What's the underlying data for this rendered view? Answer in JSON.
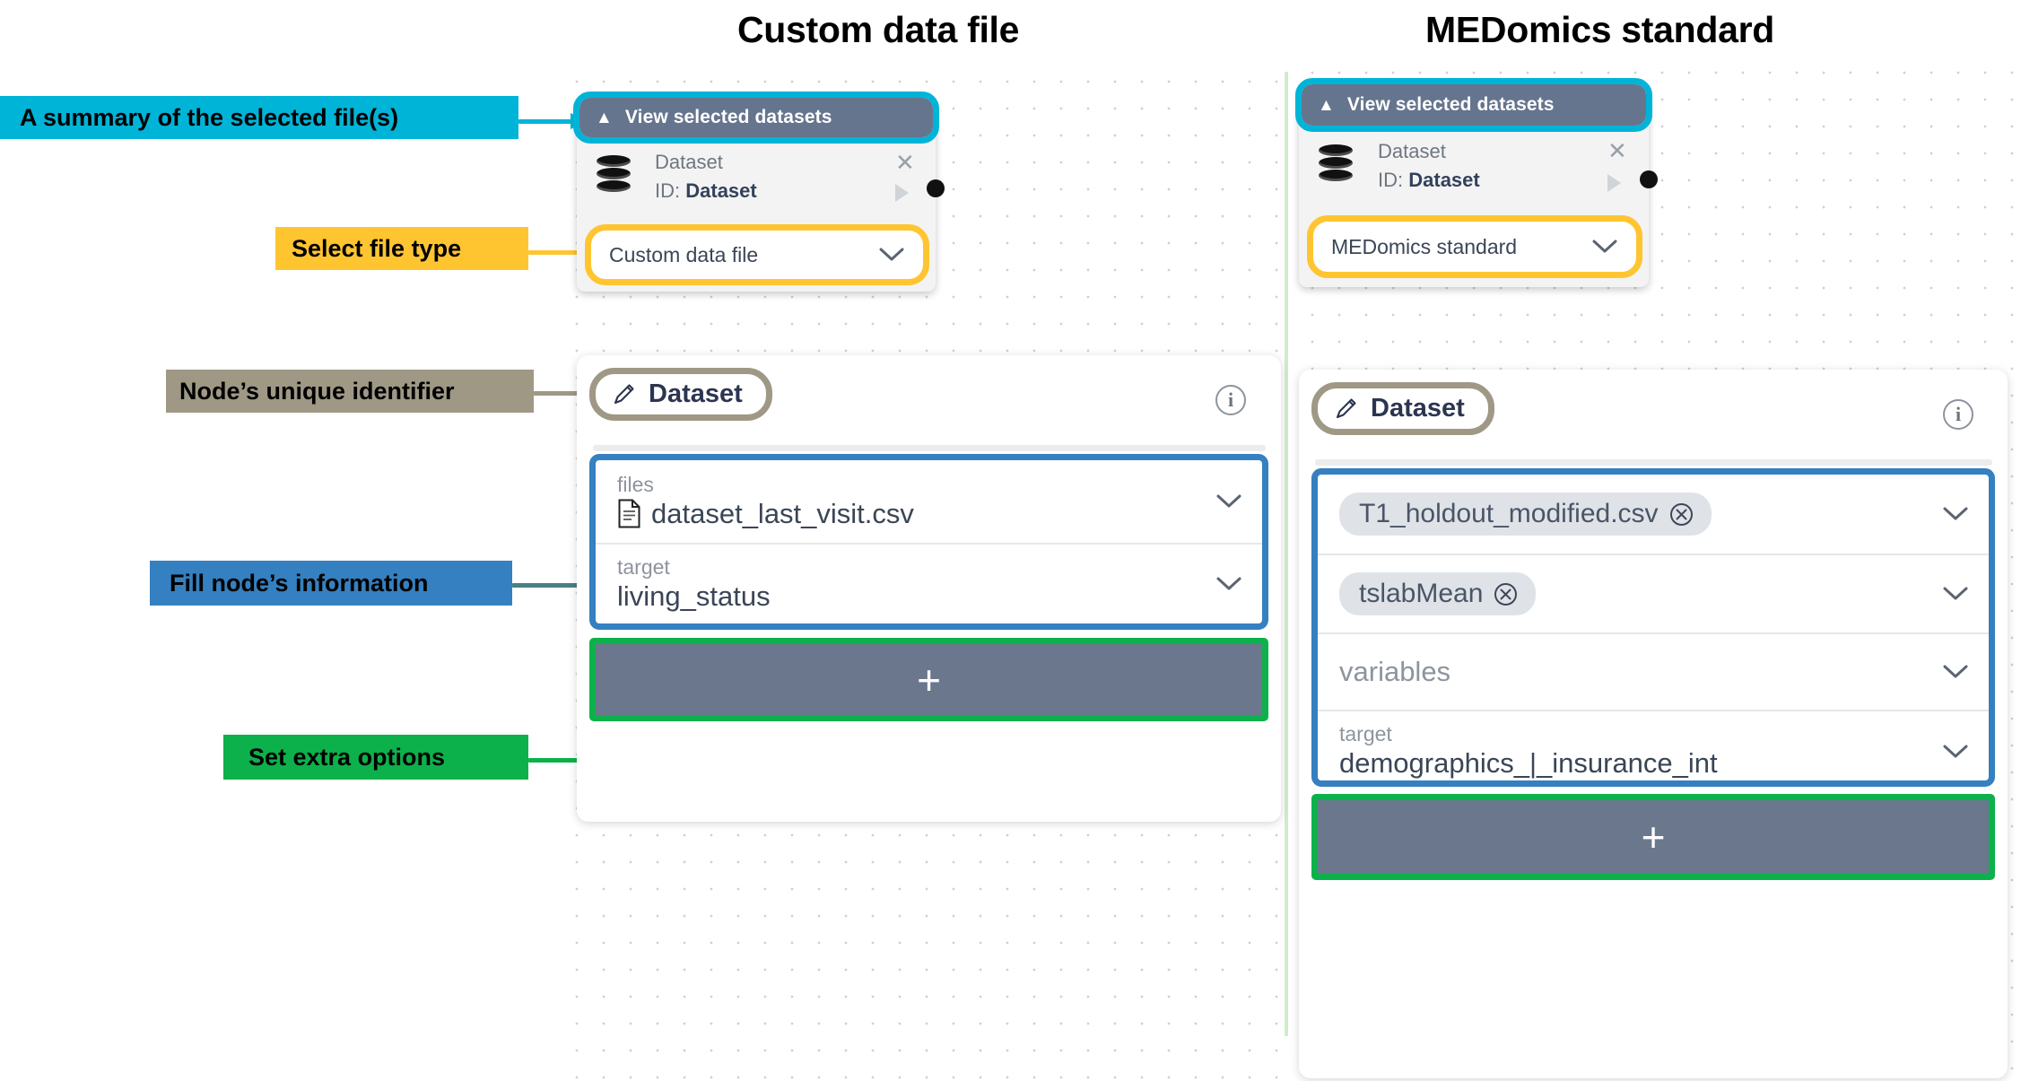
{
  "sections": {
    "left": {
      "title": "Custom data file"
    },
    "right": {
      "title": "MEDomics standard"
    }
  },
  "callouts": {
    "summary": {
      "label": "A summary of the selected file(s)",
      "color": "#00b4d8"
    },
    "file_type": {
      "label": "Select file type",
      "color": "#ffc531"
    },
    "node_id": {
      "label": "Node’s unique identifier",
      "color": "#9e9885"
    },
    "fill_info": {
      "label": "Fill node’s information",
      "color": "#3580c0"
    },
    "extra": {
      "label": "Set extra options",
      "color": "#0db14b"
    }
  },
  "left_panel": {
    "mini_node": {
      "header_label": "View selected datasets",
      "collapse_icon": "chevron-double-up-icon",
      "dataset_icon": "database-icon",
      "row_name": "Dataset",
      "row_id_prefix": "ID:",
      "row_id_value": "Dataset",
      "close_icon": "close-icon",
      "run_icon": "play-triangle-icon",
      "select_value": "Custom data file",
      "select_chevron": "chevron-down-icon"
    },
    "card": {
      "id_chip_label": "Dataset",
      "edit_icon": "pencil-icon",
      "info_icon": "info-icon",
      "fields": [
        {
          "label": "files",
          "value": "dataset_last_visit.csv",
          "icon": "file-document-icon",
          "chevron": "chevron-down-icon"
        },
        {
          "label": "target",
          "value": "living_status",
          "icon": "",
          "chevron": "chevron-down-icon"
        }
      ],
      "add_button_label": "+"
    }
  },
  "right_panel": {
    "mini_node": {
      "header_label": "View selected datasets",
      "collapse_icon": "chevron-double-up-icon",
      "dataset_icon": "database-icon",
      "row_name": "Dataset",
      "row_id_prefix": "ID:",
      "row_id_value": "Dataset",
      "close_icon": "close-icon",
      "run_icon": "play-triangle-icon",
      "select_value": "MEDomics standard",
      "select_chevron": "chevron-down-icon"
    },
    "card": {
      "id_chip_label": "Dataset",
      "edit_icon": "pencil-icon",
      "info_icon": "info-icon",
      "fields": [
        {
          "label": "",
          "chip": "T1_holdout_modified.csv",
          "remove_icon": "chip-remove-icon",
          "chevron": "chevron-down-icon"
        },
        {
          "label": "",
          "chip": "tslabMean",
          "remove_icon": "chip-remove-icon",
          "chevron": "chevron-down-icon"
        },
        {
          "placeholder": "variables",
          "chevron": "chevron-down-icon"
        },
        {
          "label": "target",
          "value": "demographics_|_insurance_int",
          "chevron": "chevron-down-icon"
        }
      ],
      "add_button_label": "+"
    }
  },
  "colors": {
    "cyan": "#00b4d8",
    "amber": "#ffc531",
    "taupe": "#9e9885",
    "blue": "#3580c0",
    "green": "#0db14b",
    "node_header": "#66758e",
    "plus_fill": "#6b778d"
  }
}
